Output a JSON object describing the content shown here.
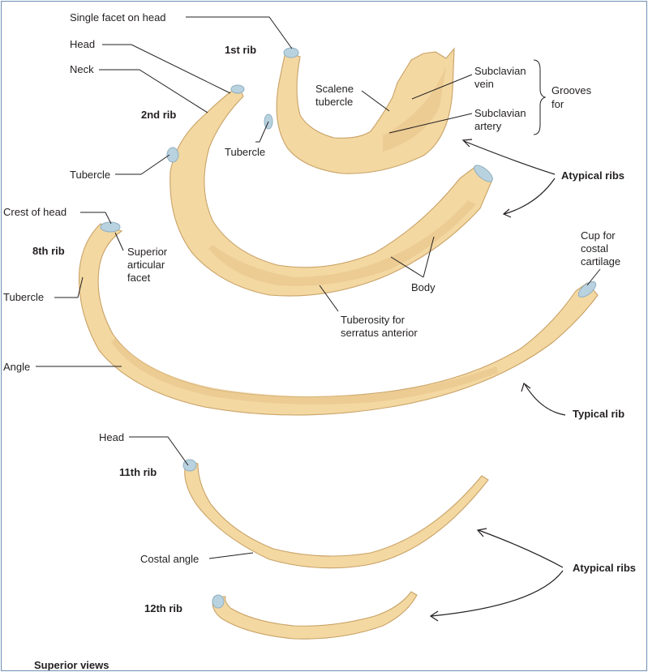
{
  "figure_label": "Superior views",
  "ribs": {
    "first": "1st rib",
    "second": "2nd rib",
    "eighth": "8th rib",
    "eleventh": "11th rib",
    "twelfth": "12th rib"
  },
  "groups": {
    "atypical_upper": "Atypical ribs",
    "typical": "Typical rib",
    "atypical_lower": "Atypical ribs"
  },
  "labels": {
    "single_facet": "Single facet on head",
    "head_2nd": "Head",
    "neck_2nd": "Neck",
    "tubercle_2nd": "Tubercle",
    "tubercle_1st": "Tubercle",
    "scalene_tubercle": [
      "Scalene",
      "tubercle"
    ],
    "subclavian_vein": [
      "Subclavian",
      "vein"
    ],
    "subclavian_artery": [
      "Subclavian",
      "artery"
    ],
    "grooves_for": [
      "Grooves",
      "for"
    ],
    "crest_of_head": "Crest of head",
    "superior_articular_facet": [
      "Superior",
      "articular",
      "facet"
    ],
    "tubercle_8th": "Tubercle",
    "angle": "Angle",
    "body": "Body",
    "tuberosity": [
      "Tuberosity for",
      "serratus anterior"
    ],
    "cup": [
      "Cup for",
      "costal",
      "cartilage"
    ],
    "head_11th": "Head",
    "costal_angle": "Costal angle"
  },
  "colors": {
    "bone": "#f3d8a2",
    "facet": "#b9d2df",
    "frame": "#6f8fb4"
  }
}
